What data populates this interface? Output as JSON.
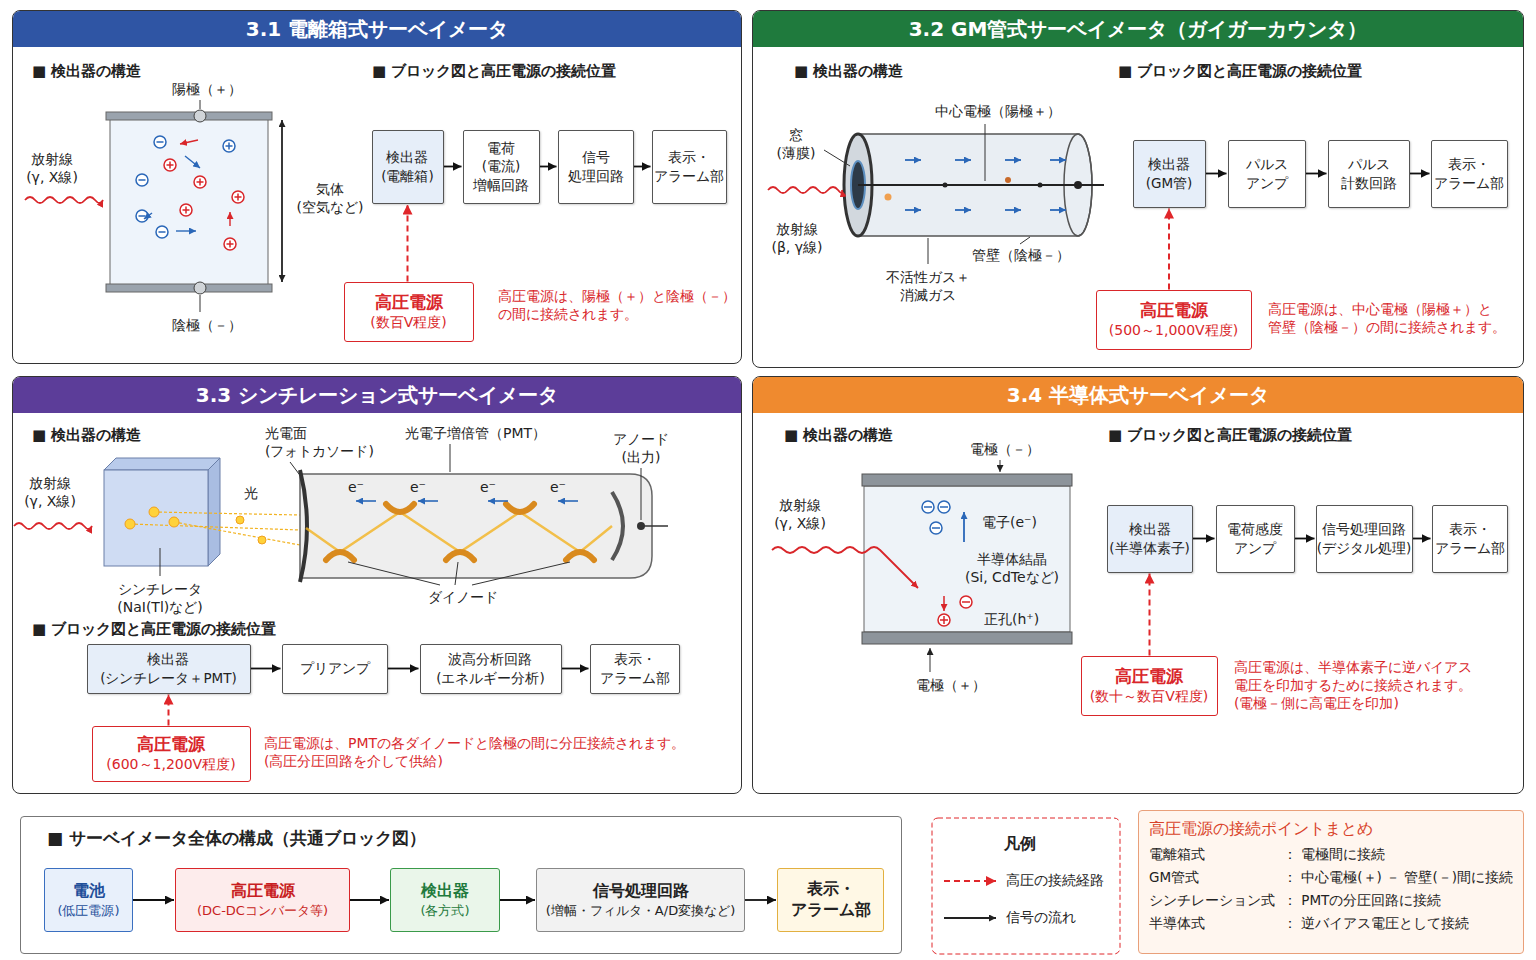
{
  "diagram": {
    "nodes": [
      {
        "text": [
          "3.1 電離箱式サーベイメータ"
        ]
      },
      {
        "text": [
          "検出器 (電離箱)"
        ],
        "in": 0
      },
      {
        "text": [
          "電荷 (電流) 増幅回路"
        ],
        "in": 0
      },
      {
        "text": [
          "信号 処理回路"
        ],
        "in": 0
      },
      {
        "text": [
          "表示・ アラーム部"
        ],
        "in": 0
      },
      {
        "text": [
          "高圧電源",
          "(数百V程度)"
        ],
        "in": 0
      },
      {
        "text": [
          "3.2 GM管式サーベイメータ（ガイガーカウンタ）"
        ]
      },
      {
        "text": [
          "検出器 (GM管)"
        ],
        "in": 6
      },
      {
        "text": [
          "パルス アンプ"
        ],
        "in": 6
      },
      {
        "text": [
          "パルス 計数回路"
        ],
        "in": 6
      },
      {
        "text": [
          "表示・ アラーム部"
        ],
        "in": 6
      },
      {
        "text": [
          "高圧電源",
          "(500～1,000V程度)"
        ],
        "in": 6
      },
      {
        "text": [
          "3.3 シンチレーション式サーベイメータ"
        ]
      },
      {
        "text": [
          "検出器 (シンチレータ＋PMT)"
        ],
        "in": 12
      },
      {
        "text": [
          "プリアンプ"
        ],
        "in": 12
      },
      {
        "text": [
          "波高分析回路 (エネルギー分析)"
        ],
        "in": 12
      },
      {
        "text": [
          "表示・ アラーム部"
        ],
        "in": 12
      },
      {
        "text": [
          "高圧電源",
          "(600～1,200V程度)"
        ],
        "in": 12
      },
      {
        "text": [
          "3.4 半導体式サーベイメータ"
        ]
      },
      {
        "text": [
          "検出器 (半導体素子)"
        ],
        "in": 18
      },
      {
        "text": [
          "電荷感度 アンプ"
        ],
        "in": 18
      },
      {
        "text": [
          "信号処理回路 (デジタル処理)"
        ],
        "in": 18
      },
      {
        "text": [
          "表示・ アラーム部"
        ],
        "in": 18
      },
      {
        "text": [
          "高圧電源",
          "(数十～数百V程度)"
        ],
        "in": 18
      },
      {
        "text": [
          "■ サーベイメータ全体の構成（共通ブロック図）"
        ]
      },
      {
        "text": [
          "電池",
          "(低圧電源)"
        ],
        "in": 24
      },
      {
        "text": [
          "高圧電源",
          "(DC-DCコンバータ等)"
        ],
        "in": 24
      },
      {
        "text": [
          "検出器",
          "(各方式)"
        ],
        "in": 24
      },
      {
        "text": [
          "信号処理回路",
          "(増幅・フィルタ・A/D変換など)"
        ],
        "in": 24
      },
      {
        "text": [
          "表示・ アラーム部"
        ],
        "in": 24
      },
      {
        "text": [
          "高圧電源の接続ポイントまとめ",
          "電離箱式",
          "： 電極間に接続",
          "GM管式",
          "： 中心電極(＋) － 管壁(－)間に接続",
          "シンチレーション式",
          "： PMTの分圧回路に接続",
          "半導体式",
          "： 逆バイアス電圧として接続"
        ]
      }
    ],
    "edges": [
      {
        "from": 1,
        "to": 2,
        "arrow": "to"
      },
      {
        "from": 2,
        "to": 3,
        "arrow": "to"
      },
      {
        "from": 3,
        "to": 4,
        "arrow": "to"
      },
      {
        "from": 5,
        "to": 1,
        "arrow": "to"
      },
      {
        "from": 7,
        "to": 8,
        "arrow": "to"
      },
      {
        "from": 8,
        "to": 9,
        "arrow": "to"
      },
      {
        "from": 9,
        "to": 10,
        "arrow": "to"
      },
      {
        "from": 11,
        "to": 7,
        "arrow": "to"
      },
      {
        "from": 13,
        "to": 14,
        "arrow": "to"
      },
      {
        "from": 14,
        "to": 15,
        "arrow": "to"
      },
      {
        "from": 15,
        "to": 16,
        "arrow": "to"
      },
      {
        "from": 17,
        "to": 13,
        "arrow": "to"
      },
      {
        "from": 19,
        "to": 20,
        "arrow": "to"
      },
      {
        "from": 20,
        "to": 21,
        "arrow": "to"
      },
      {
        "from": 21,
        "to": 22,
        "arrow": "to"
      },
      {
        "from": 23,
        "to": 19,
        "arrow": "to"
      },
      {
        "from": 25,
        "to": 26,
        "arrow": "to"
      },
      {
        "from": 26,
        "to": 27,
        "arrow": "to"
      },
      {
        "from": 27,
        "to": 28,
        "arrow": "to"
      },
      {
        "from": 28,
        "to": 29,
        "arrow": "to"
      }
    ],
    "labels": [
      "■ 検出器の構造",
      "■ ブロック図と高圧電源の接続位置",
      "陽極（＋）",
      "放射線 (γ, X線)",
      "気体 (空気など)",
      "陰極（－）",
      "高圧電源は、陽極（＋）と陰極（－） の間に接続されます。",
      "■ 検出器の構造",
      "■ ブロック図と高圧電源の接続位置",
      "中心電極（陽極＋）",
      "窓 (薄膜)",
      "放射線 (β, γ線)",
      "管壁（陰極－）",
      "不活性ガス＋ 消滅ガス",
      "高圧電源は、中心電極（陽極＋）と 管壁（陰極－）の間に接続されます。",
      "■ 検出器の構造",
      "光電面 (フォトカソード)",
      "光電子増倍管（PMT）",
      "アノード (出力)",
      "放射線 (γ, X線)",
      "光",
      "e⁻",
      "e⁻",
      "e⁻",
      "e⁻",
      "シンチレータ (NaI(Tl)など)",
      "ダイノード",
      "■ ブロック図と高圧電源の接続位置",
      "高圧電源は、PMTの各ダイノードと陰極の間に分圧接続されます。 (高圧分圧回路を介して供給)",
      "■ 検出器の構造",
      "■ ブロック図と高圧電源の接続位置",
      "電極（－）",
      "放射線 (γ, X線)",
      "電子(e⁻)",
      "半導体結晶 (Si, CdTeなど)",
      "正孔(h⁺)",
      "電極（＋）",
      "高圧電源は、半導体素子に逆バイアス 電圧を印加するために接続されます。 (電極－側に高電圧を印加)",
      "凡例"
    ],
    "legend": [
      {
        "text": "高圧の接続経路"
      },
      {
        "text": "信号の流れ"
      }
    ]
  }
}
